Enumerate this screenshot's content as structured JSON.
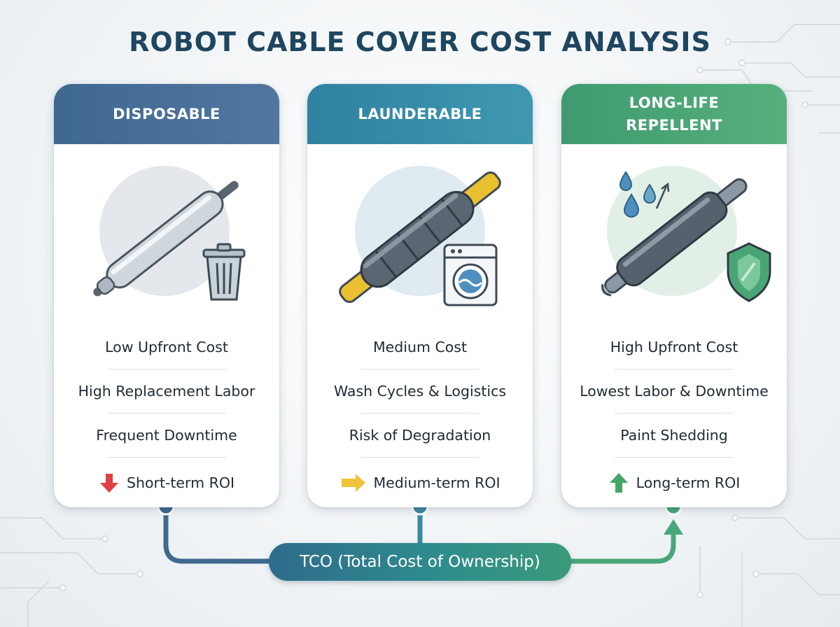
{
  "title": "ROBOT CABLE COVER COST ANALYSIS",
  "colors": {
    "title": "#1f4660",
    "disposable_header": "#4a6f96",
    "launderable_header": "#3a8fa8",
    "long_life_header": "#4aa576",
    "down_arrow": "#e04040",
    "right_arrow": "#f0c33a",
    "up_arrow": "#45a565"
  },
  "cards": [
    {
      "header_lines": [
        "DISPOSABLE"
      ],
      "icon": "cable-with-trash-can",
      "features": [
        "Low Upfront Cost",
        "High Replacement Labor",
        "Frequent Downtime"
      ],
      "roi_icon": "down-arrow",
      "roi": "Short-term ROI"
    },
    {
      "header_lines": [
        "LAUNDERABLE"
      ],
      "icon": "cable-with-washing-machine",
      "features": [
        "Medium Cost",
        "Wash Cycles & Logistics",
        "Risk of Degradation"
      ],
      "roi_icon": "right-arrow",
      "roi": "Medium-term ROI"
    },
    {
      "header_lines": [
        "LONG-LIFE",
        "REPELLENT"
      ],
      "icon": "cable-with-water-drops-and-shield",
      "features": [
        "High Upfront Cost",
        "Lowest Labor & Downtime",
        "Paint Shedding"
      ],
      "roi_icon": "up-arrow",
      "roi": "Long-term ROI"
    }
  ],
  "tco_label": "TCO (Total Cost of Ownership)"
}
